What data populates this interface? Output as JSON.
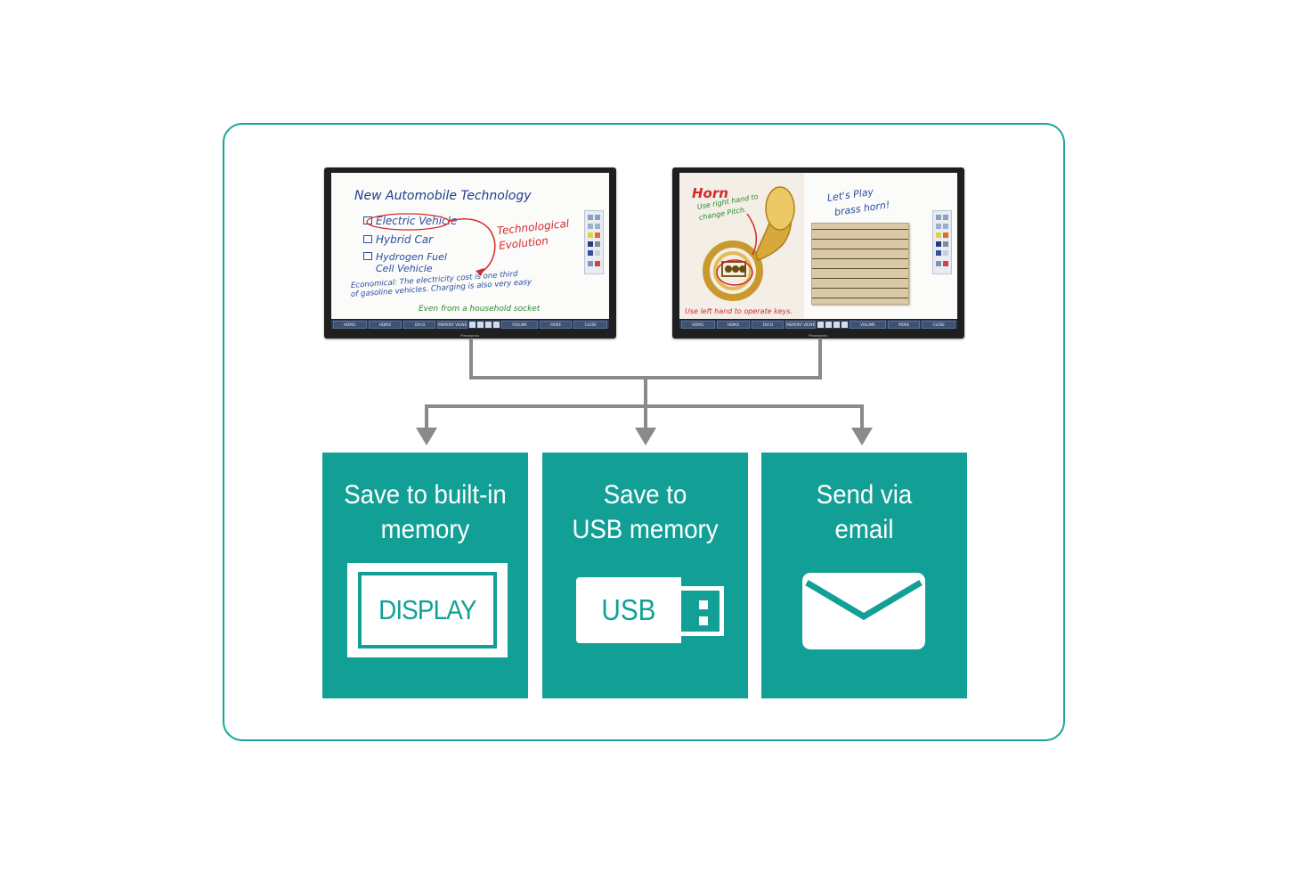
{
  "monitor_left": {
    "brand": "Panasonic",
    "title": "New Automobile Technology",
    "items": [
      "Electric Vehicle",
      "Hybrid Car",
      "Hydrogen Fuel",
      "Cell Vehicle"
    ],
    "annotation": "Technological",
    "annotation2": "Evolution",
    "note_line1": "Economical: The electricity cost is one third",
    "note_line2": "of gasoline vehicles. Charging is also very easy",
    "note_line3": "Even from a household socket",
    "taskbar": [
      "HDMI1",
      "HDMI2",
      "DVI-D",
      "MEMORY VIEWER",
      "VOLUME",
      "MORE",
      "CLOSE"
    ]
  },
  "monitor_right": {
    "brand": "Panasonic",
    "title": "Horn",
    "tip_top_line1": "Use right hand to",
    "tip_top_line2": "change Pitch.",
    "tip_bottom": "Use left hand to operate keys.",
    "caption_line1": "Let's Play",
    "caption_line2": "brass horn!",
    "taskbar": [
      "HDMI1",
      "HDMI2",
      "DVI-D",
      "MEMORY VIEWER",
      "VOLUME",
      "MORE",
      "CLOSE"
    ]
  },
  "options": [
    {
      "title": "Save to built-in\nmemory",
      "icon": "display-icon",
      "icon_label": "DISPLAY"
    },
    {
      "title": "Save to\nUSB memory",
      "icon": "usb-drive-icon",
      "icon_label": "USB"
    },
    {
      "title": "Send via\nemail",
      "icon": "envelope-icon"
    }
  ],
  "colors": {
    "accent": "#12a096",
    "frame": "#1aa59b",
    "connector": "#8a8a8a",
    "monitor_bezel": "#1f1f1f"
  }
}
